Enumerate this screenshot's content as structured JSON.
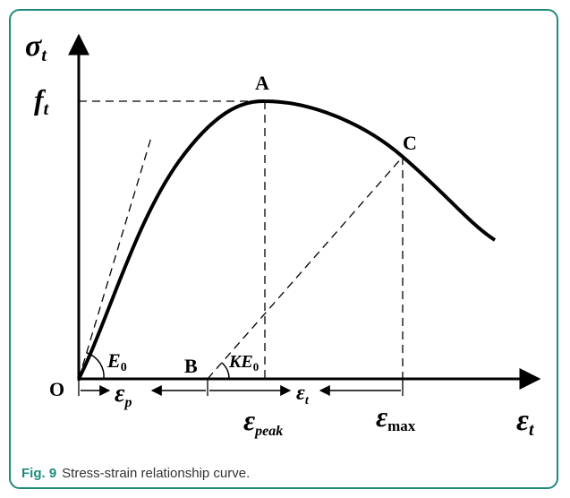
{
  "figure": {
    "fig_label": "Fig. 9",
    "caption": "Stress-strain relationship curve."
  },
  "labels": {
    "y_axis": "σ",
    "y_axis_sub": "t",
    "x_axis": "ε",
    "x_axis_sub": "t",
    "ft": "f",
    "ft_sub": "t",
    "point_a": "A",
    "point_b": "B",
    "point_c": "C",
    "origin": "O",
    "e0": "E",
    "e0_sub": "0",
    "ke0": "KE",
    "ke0_sub": "0",
    "eps_p": "ε",
    "eps_p_sub": "p",
    "eps_t": "ε",
    "eps_t_sub": "t",
    "eps_peak": "ε",
    "eps_peak_sub": "peak",
    "eps_max": "ε",
    "eps_max_sub": "max"
  },
  "colors": {
    "frame": "#1f8a7c",
    "ink": "#000000"
  }
}
